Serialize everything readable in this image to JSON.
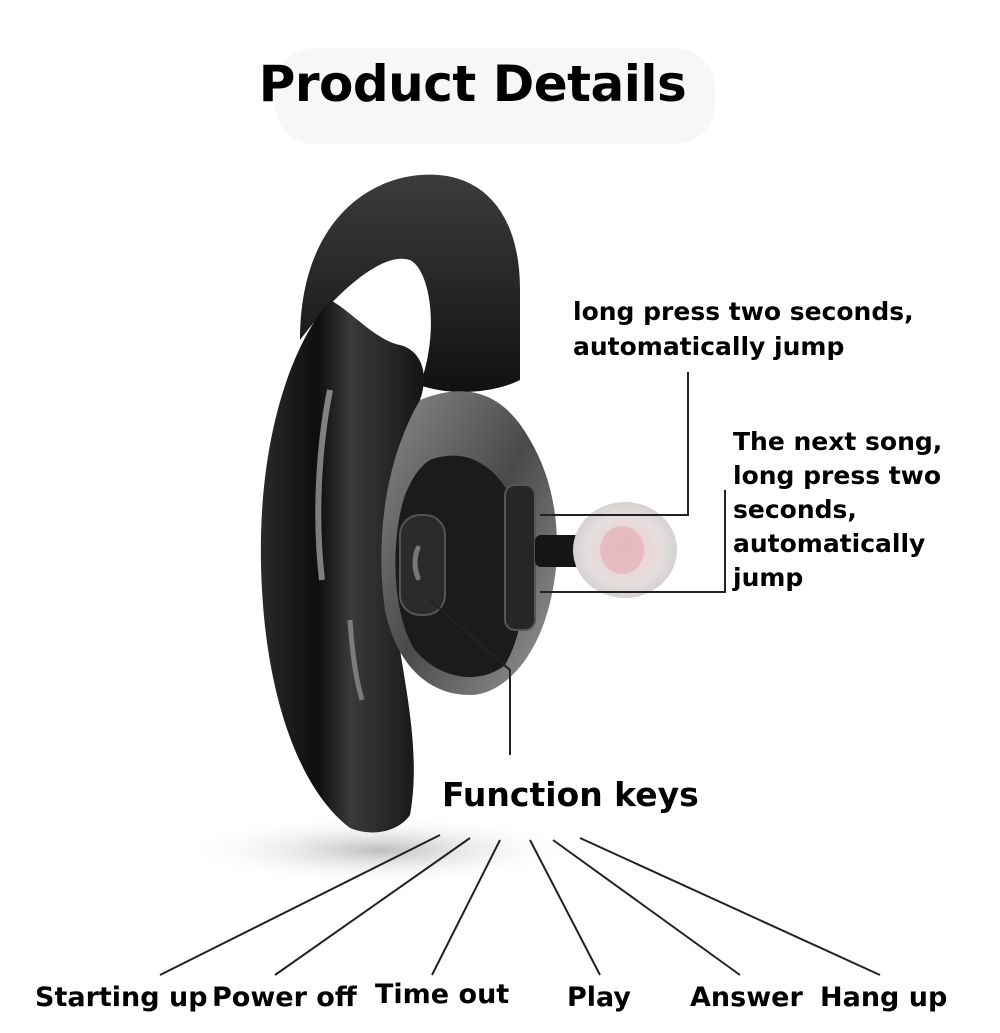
{
  "title": "Product Details",
  "annotation_top": "long press two seconds,\n automatically jump",
  "annotation_next_song": "The next song,\nlong press two\nseconds,\nautomatically jump",
  "function_keys_title": "Function keys",
  "function_keys": [
    "Starting up",
    "Power off",
    "Time out",
    "Play",
    "Answer",
    "Hang up"
  ],
  "colors": {
    "earpiece_body": "#1f1f1f",
    "earpiece_trim": "#6a6a6a",
    "eartip": "#e9d6d6",
    "leader_line": "#222222"
  }
}
